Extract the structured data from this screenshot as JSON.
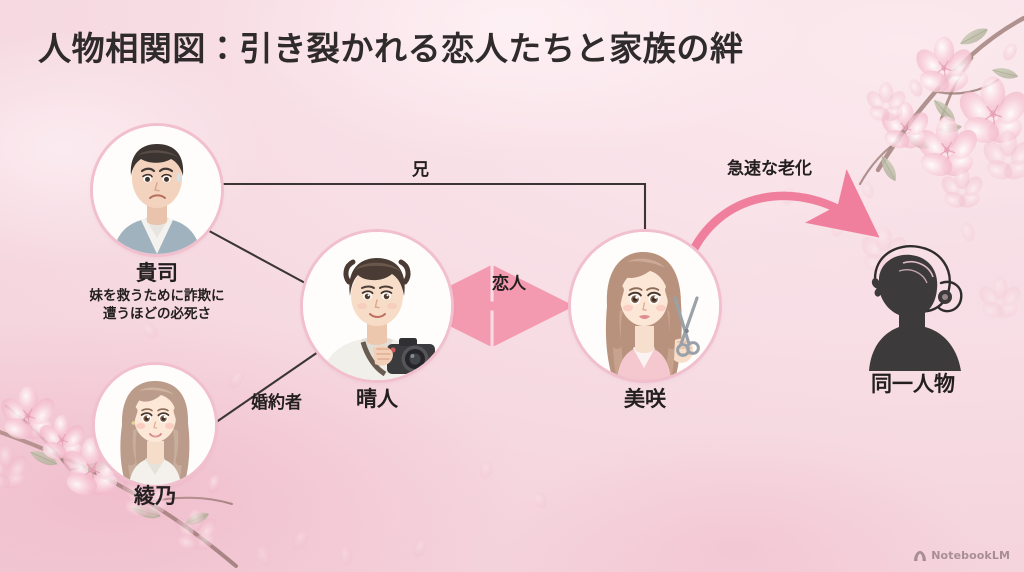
{
  "title": "人物相関図：引き裂かれる恋人たちと家族の絆",
  "colors": {
    "background_top": "#fbe9ee",
    "background_bottom": "#f2ccd7",
    "node_ring": "#f1bfce",
    "node_fill": "#fffdfd",
    "text": "#231f20",
    "connector_line": "#3b3538",
    "lover_arrow": "#f49ab0",
    "aging_arrow": "#ef7f9c",
    "silhouette": "#3d3a3b"
  },
  "nodes": [
    {
      "id": "takashi",
      "name": "貴司",
      "description": "妹を救うために詐欺に\n遭うほどの必死さ",
      "avatar_icon": "worried-man-avatar"
    },
    {
      "id": "haruto",
      "name": "晴人",
      "description": "",
      "avatar_icon": "photographer-man-avatar"
    },
    {
      "id": "misaki",
      "name": "美咲",
      "description": "",
      "avatar_icon": "hairdresser-woman-avatar"
    },
    {
      "id": "ayano",
      "name": "綾乃",
      "description": "",
      "avatar_icon": "young-woman-avatar"
    },
    {
      "id": "elderly",
      "name": "同一人物",
      "description": "",
      "avatar_icon": "elderly-woman-silhouette"
    }
  ],
  "edges": [
    {
      "id": "brother",
      "label": "兄",
      "from": "takashi",
      "to": "misaki",
      "style": "orthogonal-line"
    },
    {
      "id": "lovers",
      "label": "恋人",
      "from": "haruto",
      "to": "misaki",
      "style": "pink-double-arrow"
    },
    {
      "id": "fiancee",
      "label": "婚約者",
      "from": "ayano",
      "to": "haruto",
      "style": "diagonal-line"
    },
    {
      "id": "sibling",
      "label": "",
      "from": "takashi",
      "to": "haruto",
      "style": "diagonal-line"
    },
    {
      "id": "aging",
      "label": "急速な老化",
      "from": "misaki",
      "to": "elderly",
      "style": "pink-curved-arrow"
    }
  ],
  "watermark": {
    "label": "NotebookLM",
    "icon": "notebooklm-logo-icon"
  }
}
